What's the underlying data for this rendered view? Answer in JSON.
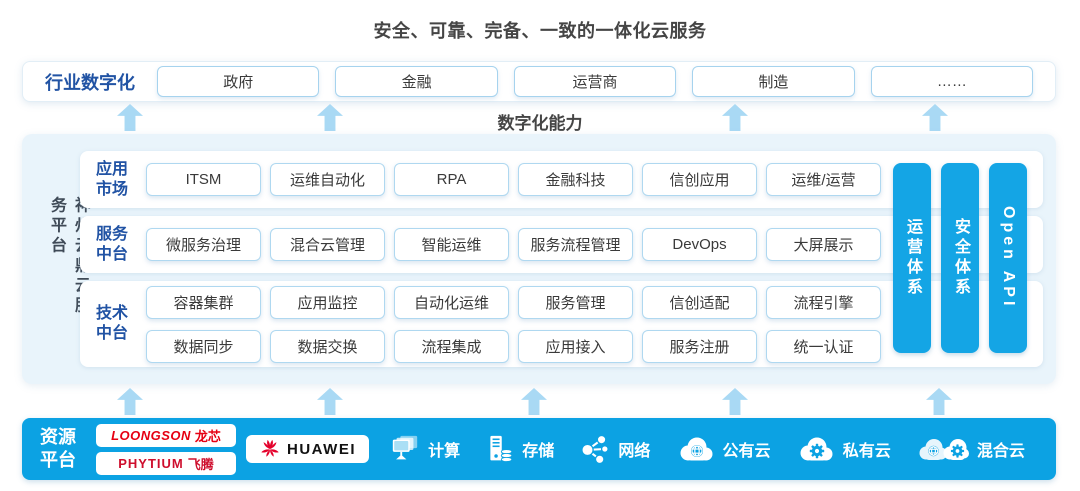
{
  "title": "安全、可靠、完备、一致的一体化云服务",
  "colors": {
    "band_blue": "#0CA2E3",
    "pillar_blue": "#14A5E5",
    "arrow_blue": "#A9D9F4",
    "panel_bg": "#E9F4FB",
    "label_blue": "#2153A4",
    "loongson_red": "#E60012",
    "phytium_red": "#CE0E2D",
    "huawei_red": "#E4002B"
  },
  "industry_row": {
    "label": "行业数字化",
    "items": [
      "政府",
      "金融",
      "运营商",
      "制造",
      "……"
    ]
  },
  "digital_capability_label": "数字化能力",
  "platform": {
    "side_label": "神州云鼎云服务平台",
    "rows": [
      {
        "label": "应用市场",
        "items": [
          [
            "ITSM",
            "运维自动化",
            "RPA",
            "金融科技",
            "信创应用",
            "运维/运营"
          ]
        ]
      },
      {
        "label": "服务中台",
        "items": [
          [
            "微服务治理",
            "混合云管理",
            "智能运维",
            "服务流程管理",
            "DevOps",
            "大屏展示"
          ]
        ]
      },
      {
        "label": "技术中台",
        "items": [
          [
            "容器集群",
            "应用监控",
            "自动化运维",
            "服务管理",
            "信创适配",
            "流程引擎"
          ],
          [
            "数据同步",
            "数据交换",
            "流程集成",
            "应用接入",
            "服务注册",
            "统一认证"
          ]
        ]
      }
    ],
    "pillars": [
      "运营体系",
      "安全体系",
      "Open API"
    ]
  },
  "resource_platform": {
    "label": "资源平台",
    "vendors": {
      "loongson": {
        "en": "LOONGSON",
        "cn": "龙芯"
      },
      "phytium": {
        "en": "PHYTIUM",
        "cn": "飞腾"
      },
      "huawei": {
        "name": "HUAWEI"
      }
    },
    "resources": [
      {
        "icon": "compute-icon",
        "label": "计算"
      },
      {
        "icon": "storage-icon",
        "label": "存储"
      },
      {
        "icon": "network-icon",
        "label": "网络"
      },
      {
        "icon": "public-cloud-icon",
        "label": "公有云"
      },
      {
        "icon": "private-cloud-icon",
        "label": "私有云"
      },
      {
        "icon": "hybrid-cloud-icon",
        "label": "混合云"
      }
    ]
  }
}
